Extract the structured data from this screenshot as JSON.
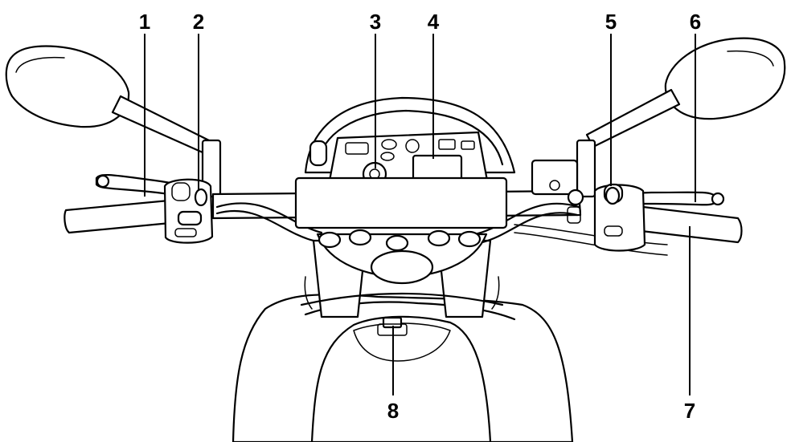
{
  "callouts": [
    {
      "label": "1"
    },
    {
      "label": "2"
    },
    {
      "label": "3"
    },
    {
      "label": "4"
    },
    {
      "label": "5"
    },
    {
      "label": "6"
    },
    {
      "label": "7"
    },
    {
      "label": "8"
    }
  ],
  "colors": {
    "ink": "#000000",
    "paper": "#ffffff"
  }
}
